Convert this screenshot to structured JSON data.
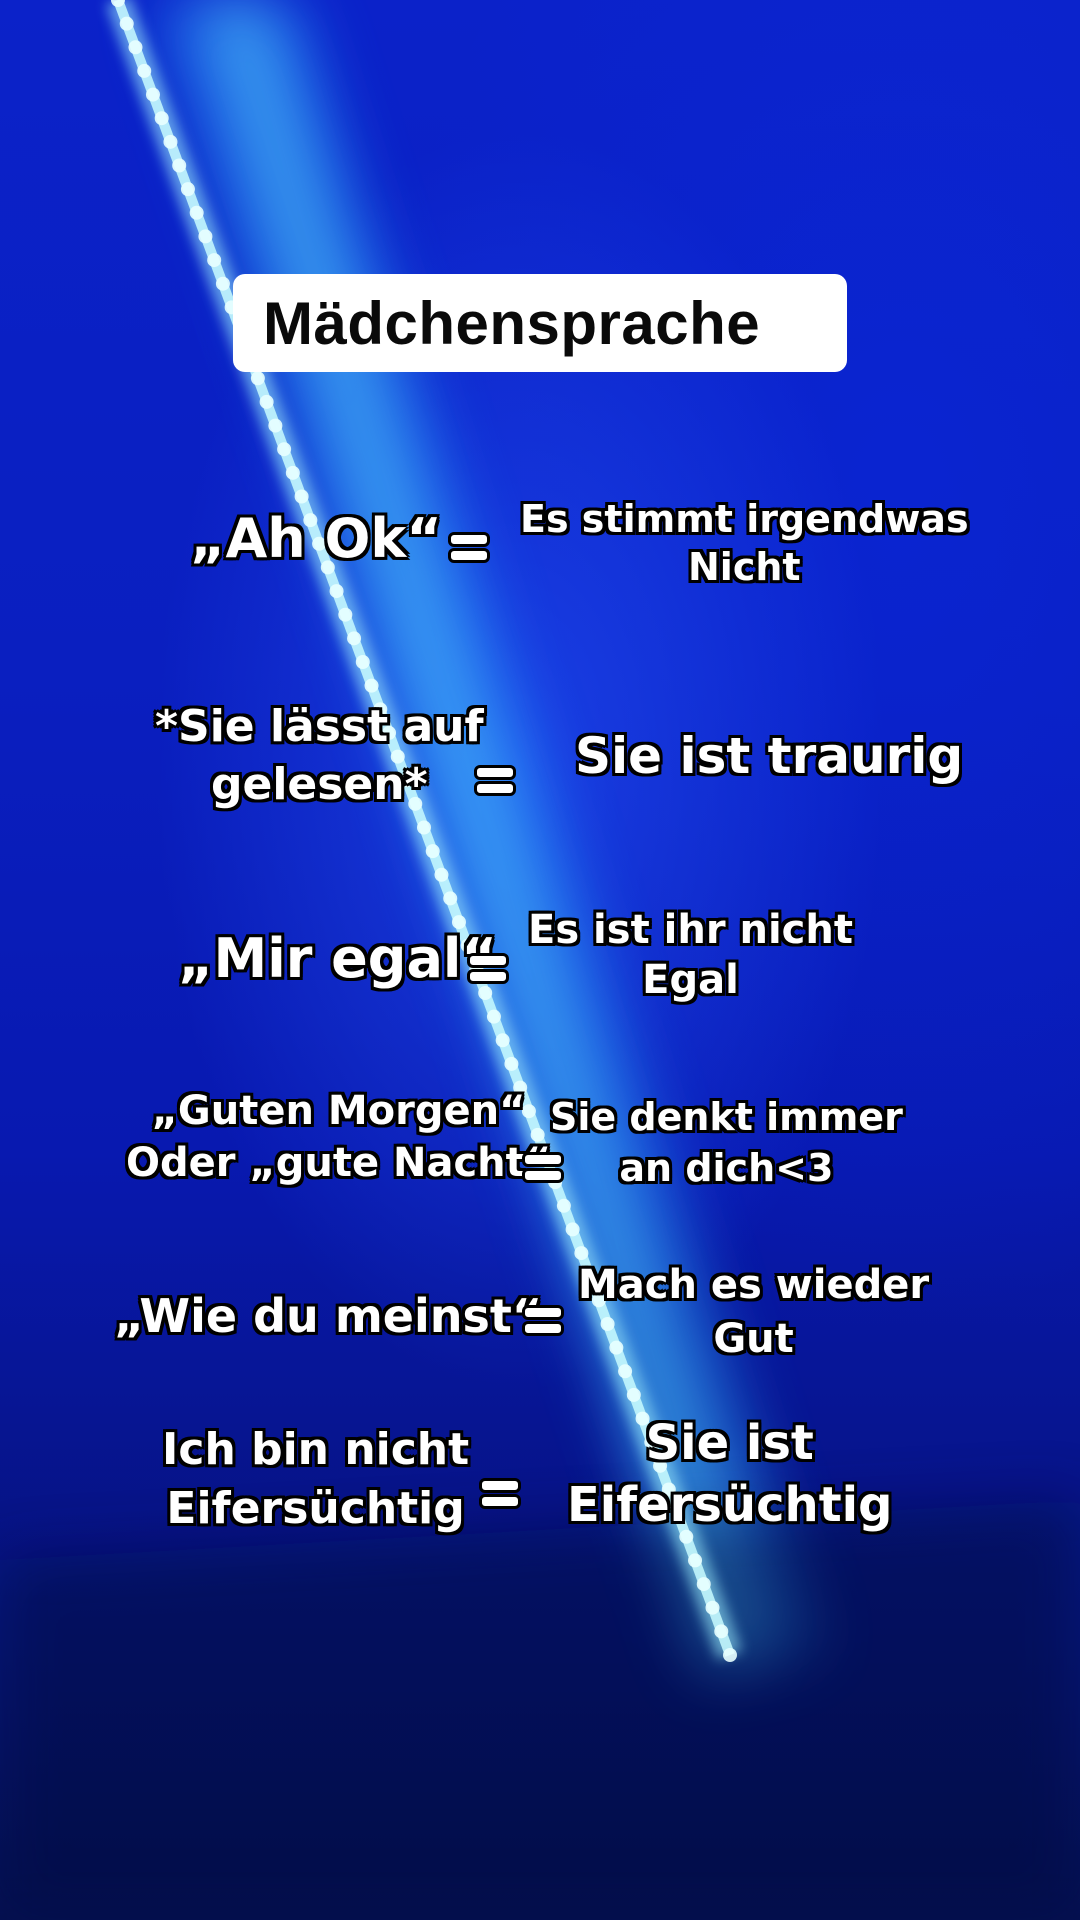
{
  "title": "Mädchensprache",
  "rows": [
    {
      "phrase": [
        "„Ah Ok“"
      ],
      "equals": "=",
      "meaning": [
        "Es stimmt irgendwas",
        "Nicht"
      ]
    },
    {
      "phrase": [
        "*Sie lässt auf",
        "gelesen*"
      ],
      "equals": "=",
      "meaning": [
        "Sie ist traurig"
      ]
    },
    {
      "phrase": [
        "„Mir egal“"
      ],
      "equals": "=",
      "meaning": [
        "Es ist ihr nicht",
        "Egal"
      ]
    },
    {
      "phrase": [
        "„Guten Morgen“",
        "Oder „gute Nacht“"
      ],
      "equals": "=",
      "meaning": [
        "Sie denkt immer",
        "an dich<3"
      ]
    },
    {
      "phrase": [
        "„Wie du meinst“"
      ],
      "equals": "=",
      "meaning": [
        "Mach es wieder",
        "Gut"
      ]
    },
    {
      "phrase": [
        "Ich bin nicht",
        "Eifersüchtig"
      ],
      "equals": "=",
      "meaning": [
        "Sie ist",
        "Eifersüchtig"
      ]
    }
  ],
  "colors": {
    "background": "#0a1fc0",
    "led_strip": "#5fe8ff",
    "text": "#ffffff",
    "outline": "#000000"
  }
}
